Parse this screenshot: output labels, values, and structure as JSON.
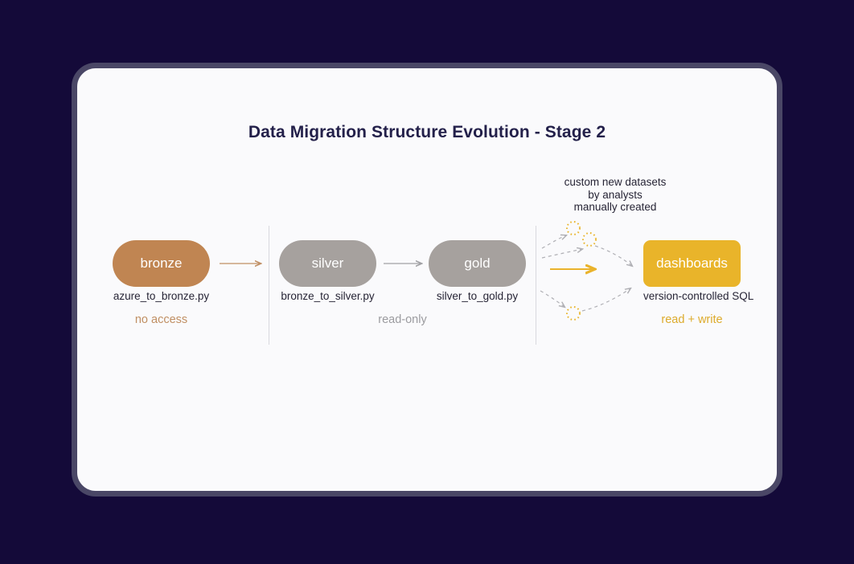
{
  "canvas": {
    "background_color": "#140a39",
    "card_background": "#fafafc",
    "card_border_color": "#4a4766"
  },
  "diagram": {
    "title": "Data Migration Structure Evolution - Stage 2",
    "annotation": {
      "line1": "custom new datasets",
      "line2": "by analysts",
      "line3": "manually created"
    },
    "nodes": [
      {
        "id": "bronze",
        "label": "bronze",
        "shape": "pill",
        "color": "#c08552",
        "script": "azure_to_bronze.py"
      },
      {
        "id": "silver",
        "label": "silver",
        "shape": "pill",
        "color": "#a6a19e",
        "script": "bronze_to_silver.py"
      },
      {
        "id": "gold",
        "label": "gold",
        "shape": "pill",
        "color": "#a6a19e",
        "script": "silver_to_gold.py"
      },
      {
        "id": "dashboards",
        "label": "dashboards",
        "shape": "rounded-rect",
        "color": "#e9b42a",
        "script": "version-controlled SQL"
      }
    ],
    "access_labels": [
      {
        "id": "no-access",
        "text": "no access",
        "color": "#c08f63"
      },
      {
        "id": "read-only",
        "text": "read-only",
        "color": "#9b9b9f"
      },
      {
        "id": "read-write",
        "text": "read + write",
        "color": "#ddab2c"
      }
    ],
    "connectors": [
      {
        "id": "bronze-to-silver",
        "style": "solid",
        "color": "#c08f63"
      },
      {
        "id": "silver-to-gold",
        "style": "solid",
        "color": "#a0a0a4"
      },
      {
        "id": "gold-to-dashboards-direct",
        "style": "solid",
        "color": "#eab32c"
      },
      {
        "id": "gold-to-dashboards-scatter-upper",
        "style": "dashed",
        "color": "#b0b0b5"
      },
      {
        "id": "gold-to-dashboards-scatter-lower",
        "style": "dashed",
        "color": "#b0b0b5"
      }
    ],
    "scatter_markers": {
      "shape": "dotted-circle",
      "color": "#e9b42a",
      "count": 3
    }
  }
}
